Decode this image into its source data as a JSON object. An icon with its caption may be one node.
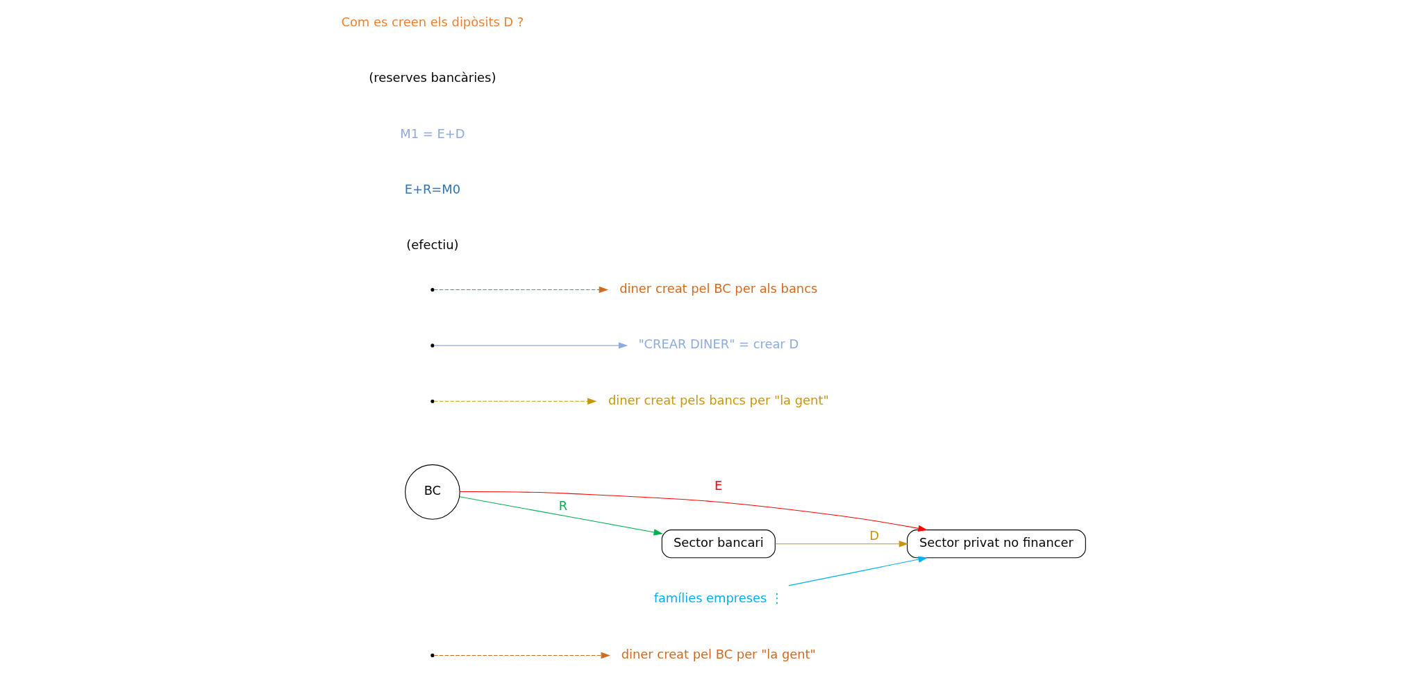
{
  "diagram": {
    "nodes": [
      {
        "text": [
          "diner creat pel BC per \"la gent\""
        ]
      },
      {
        "text": [
          "BC"
        ]
      },
      {
        "text": [
          "Sector privat no financer"
        ]
      },
      {
        "text": [
          "Sector bancari"
        ]
      },
      {
        "text": [
          "famílies empreses ⋮"
        ]
      },
      {
        "text": [
          "diner creat pels bancs per \"la gent\""
        ]
      },
      {
        "text": [
          "\"CREAR DINER\" = crear D"
        ]
      },
      {
        "text": [
          "diner creat pel BC per als bancs"
        ]
      }
    ],
    "edges": [
      {
        "from": null,
        "to": 0,
        "arrow": "to",
        "style": "dashed",
        "color": "#d2691e"
      },
      {
        "from": 1,
        "to": 2,
        "arrow": "to",
        "label": "E",
        "color": "#ff0000"
      },
      {
        "from": 1,
        "to": 3,
        "arrow": "to",
        "label": "R",
        "color": "#00b050"
      },
      {
        "from": 4,
        "to": 2,
        "arrow": "to",
        "color": "#00b0f0"
      },
      {
        "from": 3,
        "to": 2,
        "arrow": "to",
        "label": "D",
        "color": "#c8960a"
      },
      {
        "from": null,
        "to": 5,
        "arrow": "to",
        "style": "dashed",
        "color": "#c8960a"
      },
      {
        "from": null,
        "to": 6,
        "arrow": "to",
        "color": "#8faadc"
      },
      {
        "from": null,
        "to": 7,
        "arrow": "to",
        "style": "dashed",
        "color": "#d2691e"
      }
    ],
    "labels": [
      "(efectiu)",
      "E+R=M0",
      "M1 = E+D",
      "(reserves bancàries)",
      "Com es creen els dipòsits D ?"
    ]
  }
}
